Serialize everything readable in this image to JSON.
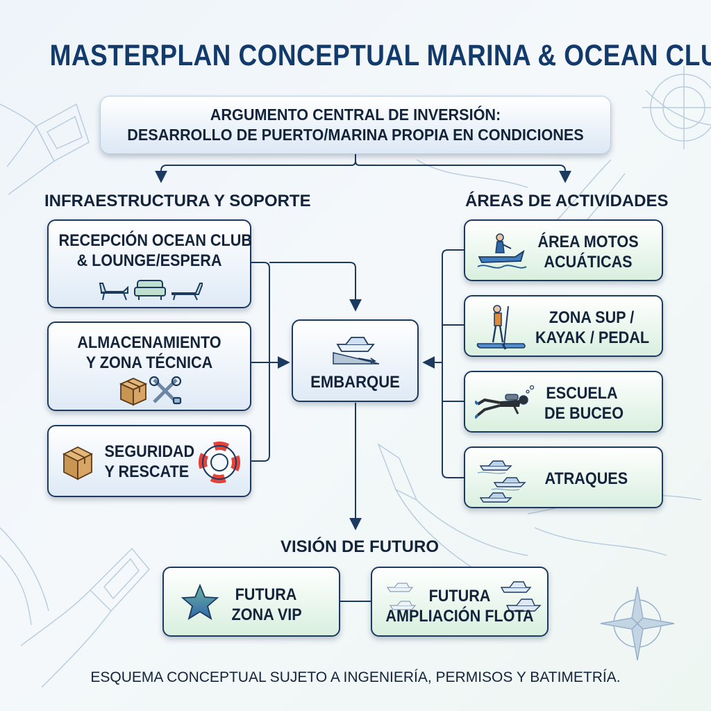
{
  "title": "MASTERPLAN CONCEPTUAL MARINA & OCEAN CLUB",
  "central": {
    "line1": "ARGUMENTO CENTRAL DE INVERSIÓN:",
    "line2": "DESARROLLO DE PUERTO/MARINA PROPIA EN CONDICIONES"
  },
  "left_column": {
    "heading": "INFRAESTRUCTURA Y SOPORTE",
    "items": [
      {
        "line1": "RECEPCIÓN OCEAN CLUB",
        "line2": "& LOUNGE/ESPERA",
        "icons": [
          "sun-lounger-icon",
          "sofa-icon",
          "sun-lounger-icon"
        ]
      },
      {
        "line1": "ALMACENAMIENTO",
        "line2": "Y ZONA TÉCNICA",
        "icons": [
          "cardboard-box-icon",
          "tools-icon"
        ]
      },
      {
        "line1": "SEGURIDAD",
        "line2": "Y RESCATE",
        "icons": [
          "cardboard-box-icon",
          "life-ring-icon"
        ]
      }
    ]
  },
  "hub": {
    "label": "EMBARQUE",
    "icon": "boat-ramp-icon"
  },
  "right_column": {
    "heading": "ÁREAS DE ACTIVIDADES",
    "items": [
      {
        "line1": "ÁREA MOTOS",
        "line2": "ACUÁTICAS",
        "icon": "jet-ski-icon"
      },
      {
        "line1": "ZONA SUP /",
        "line2": "KAYAK / PEDAL",
        "icon": "paddleboard-icon"
      },
      {
        "line1": "ESCUELA",
        "line2": "DE BUCEO",
        "icon": "scuba-diver-icon"
      },
      {
        "line1": "ATRAQUES",
        "line2": "",
        "icon": "moored-boats-icon"
      }
    ]
  },
  "future": {
    "heading": "VISIÓN DE FUTURO",
    "items": [
      {
        "line1": "FUTURA",
        "line2": "ZONA VIP",
        "icon": "star-icon"
      },
      {
        "line1": "FUTURA",
        "line2": "AMPLIACIÓN FLOTA",
        "icon": "yacht-fleet-icon"
      }
    ]
  },
  "footer": "ESQUEMA CONCEPTUAL SUJETO A INGENIERÍA, PERMISOS Y BATIMETRÍA.",
  "colors": {
    "title": "#123a6b",
    "line": "#1c3a60",
    "box_blue": "#dfeaf6",
    "box_green": "#d9efdf",
    "decor": "#9fb8d3"
  }
}
